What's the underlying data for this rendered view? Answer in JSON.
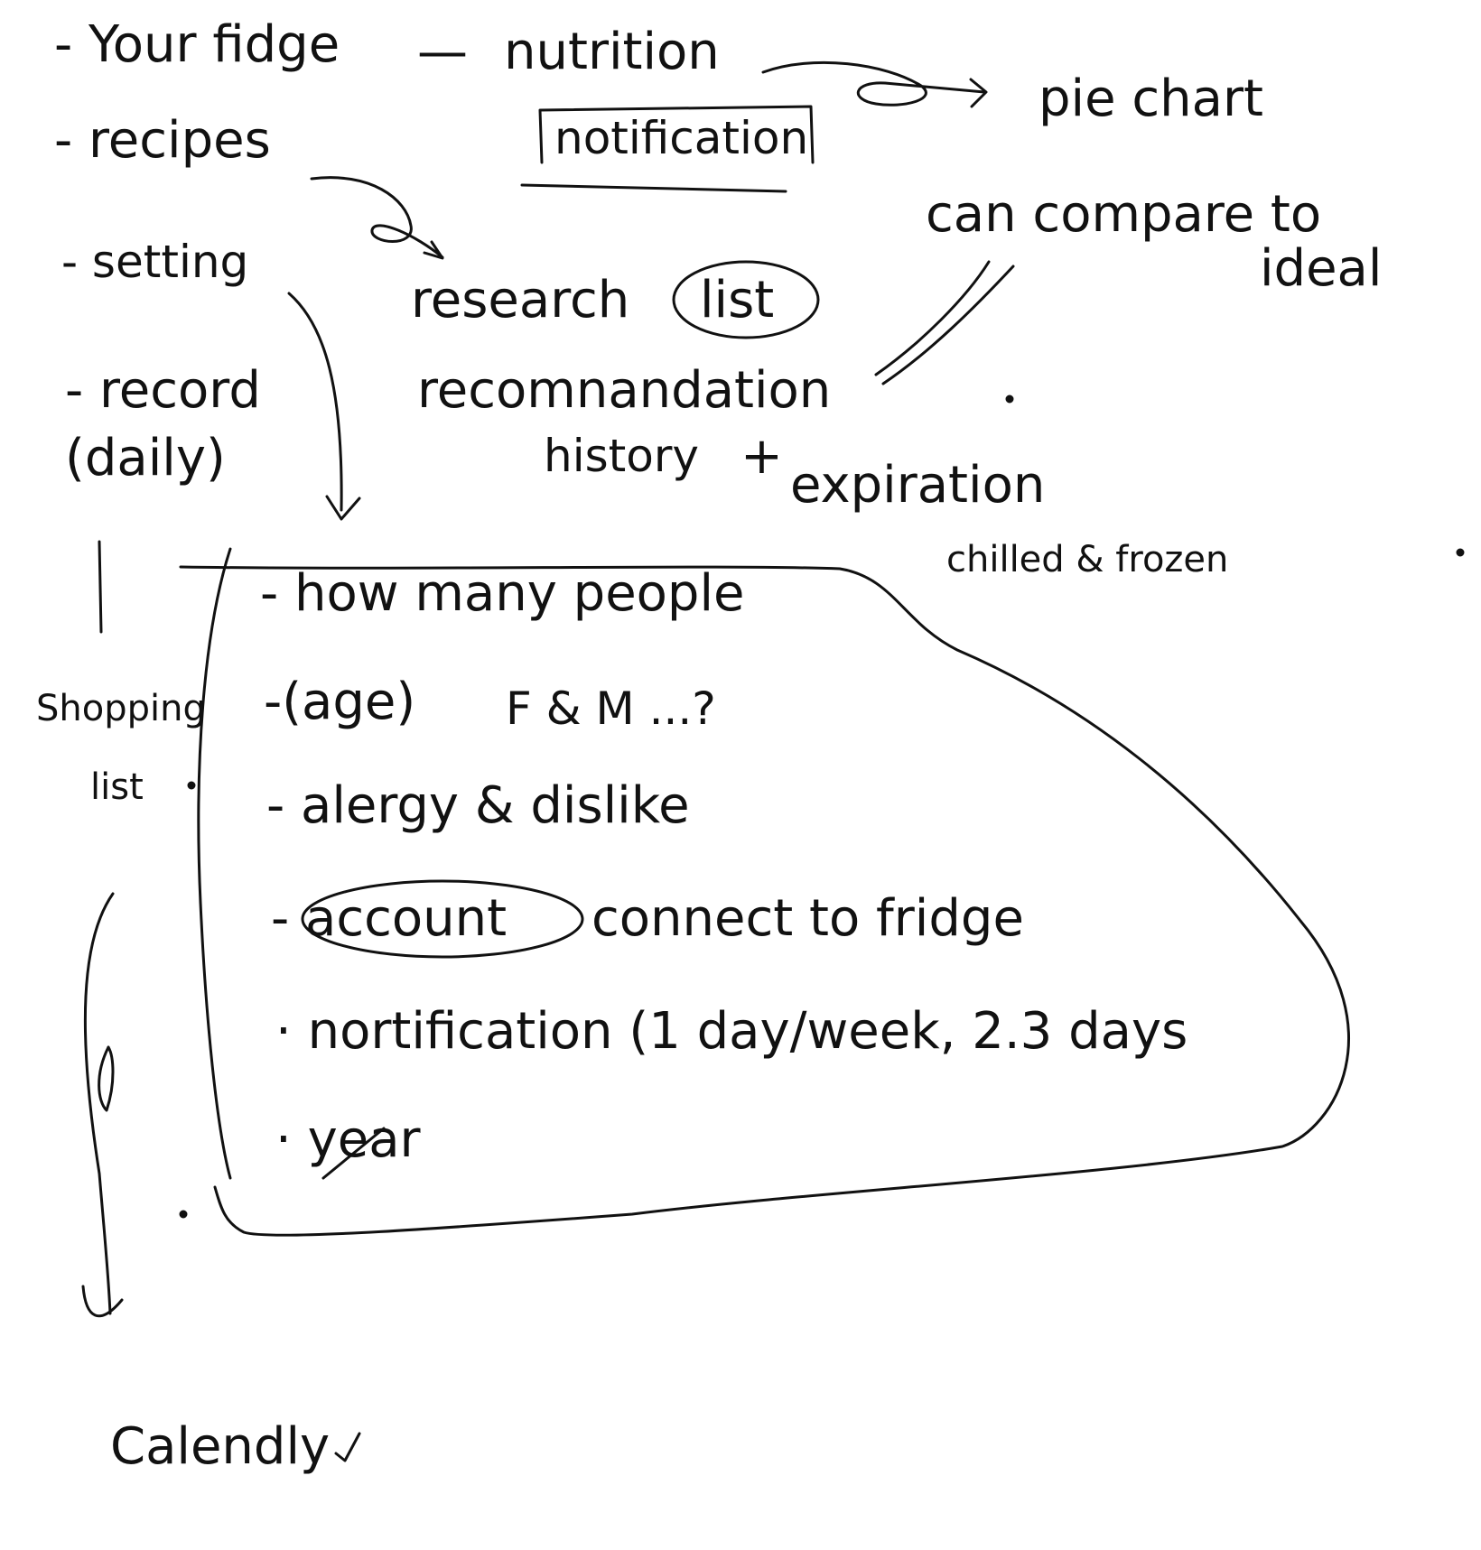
{
  "left_column": {
    "item1": "- Your fidge",
    "item2": "- recipes",
    "item3": "- setting",
    "item4": "- record",
    "item4_sub": "(daily)",
    "item5": "Shopping",
    "item5_sub": "list",
    "item6": "Calendly"
  },
  "top_branch": {
    "connector": "—",
    "nutrition": "nutrition",
    "notification": "notification",
    "pie_chart": "pie chart",
    "compare": "can compare to",
    "ideal": "ideal"
  },
  "recipes_branch": {
    "research": "research",
    "list": "list",
    "recommendation": "recomnandation",
    "history": "history",
    "plus": "+",
    "expiration": "expiration",
    "chilled_frozen": "chilled & frozen"
  },
  "settings_list": {
    "people": "- how many people",
    "age": "-(age)",
    "gender": "F & M ...?",
    "allergy": "- alergy & dislike",
    "account": "- account",
    "connect": "connect to fridge",
    "notify": "· nortification (1 day/week, 2.3 days",
    "year": "· year"
  },
  "ink_color": "#111111"
}
